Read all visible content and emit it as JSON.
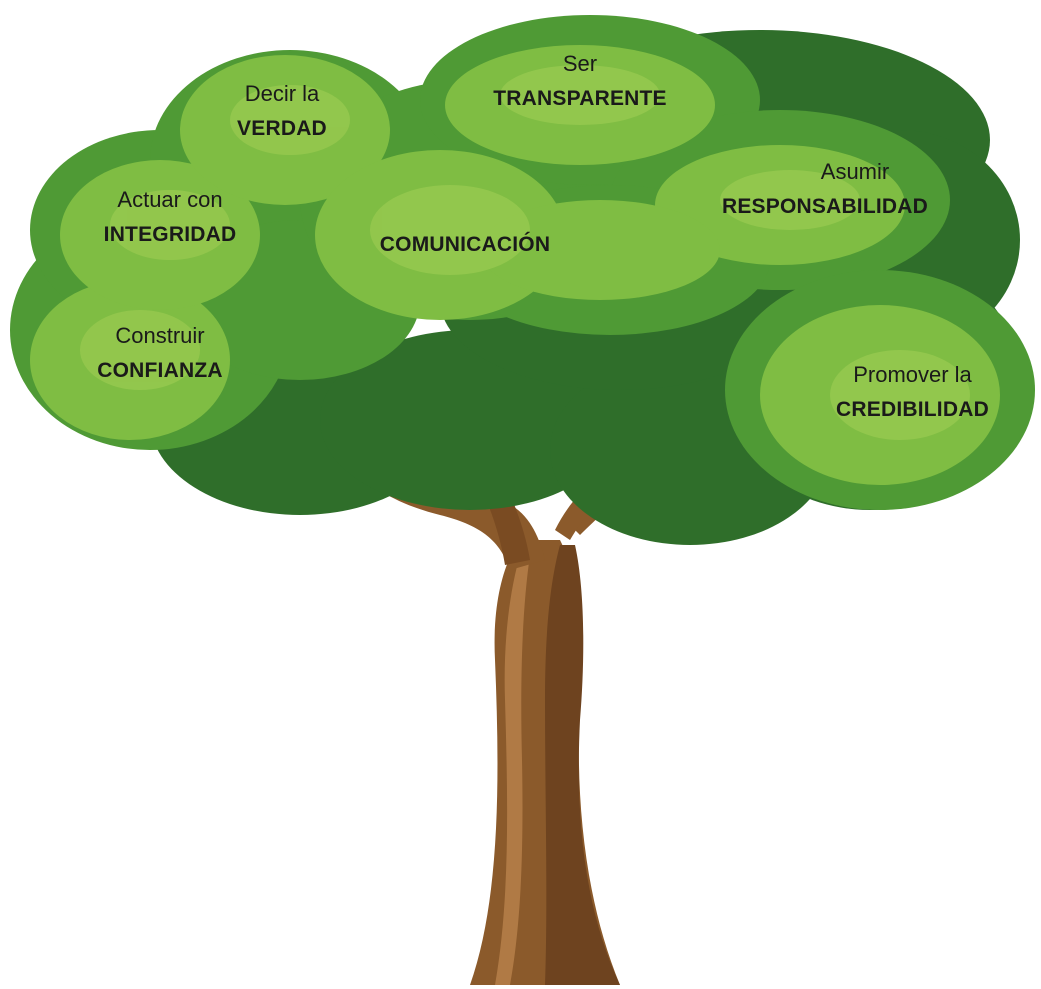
{
  "tree": {
    "colors": {
      "leaf_dark": "#2f6e2a",
      "leaf_mid": "#4f9a35",
      "leaf_light": "#7fbd43",
      "leaf_highlight": "#a3cf55",
      "trunk": "#8b5a2b",
      "trunk_shadow": "#6e431f",
      "trunk_highlight": "#b07a45"
    }
  },
  "center": {
    "title": "COMUNICACIÓN"
  },
  "labels": [
    {
      "id": "verdad",
      "lead": "Decir la",
      "key": "VERDAD"
    },
    {
      "id": "transparente",
      "lead": "Ser",
      "key": "TRANSPARENTE"
    },
    {
      "id": "integridad",
      "lead": "Actuar con",
      "key": "INTEGRIDAD"
    },
    {
      "id": "responsabilidad",
      "lead": "Asumir",
      "key": "RESPONSABILIDAD"
    },
    {
      "id": "confianza",
      "lead": "Construir",
      "key": "CONFIANZA"
    },
    {
      "id": "credibilidad",
      "lead": "Promover la",
      "key": "CREDIBILIDAD"
    }
  ]
}
